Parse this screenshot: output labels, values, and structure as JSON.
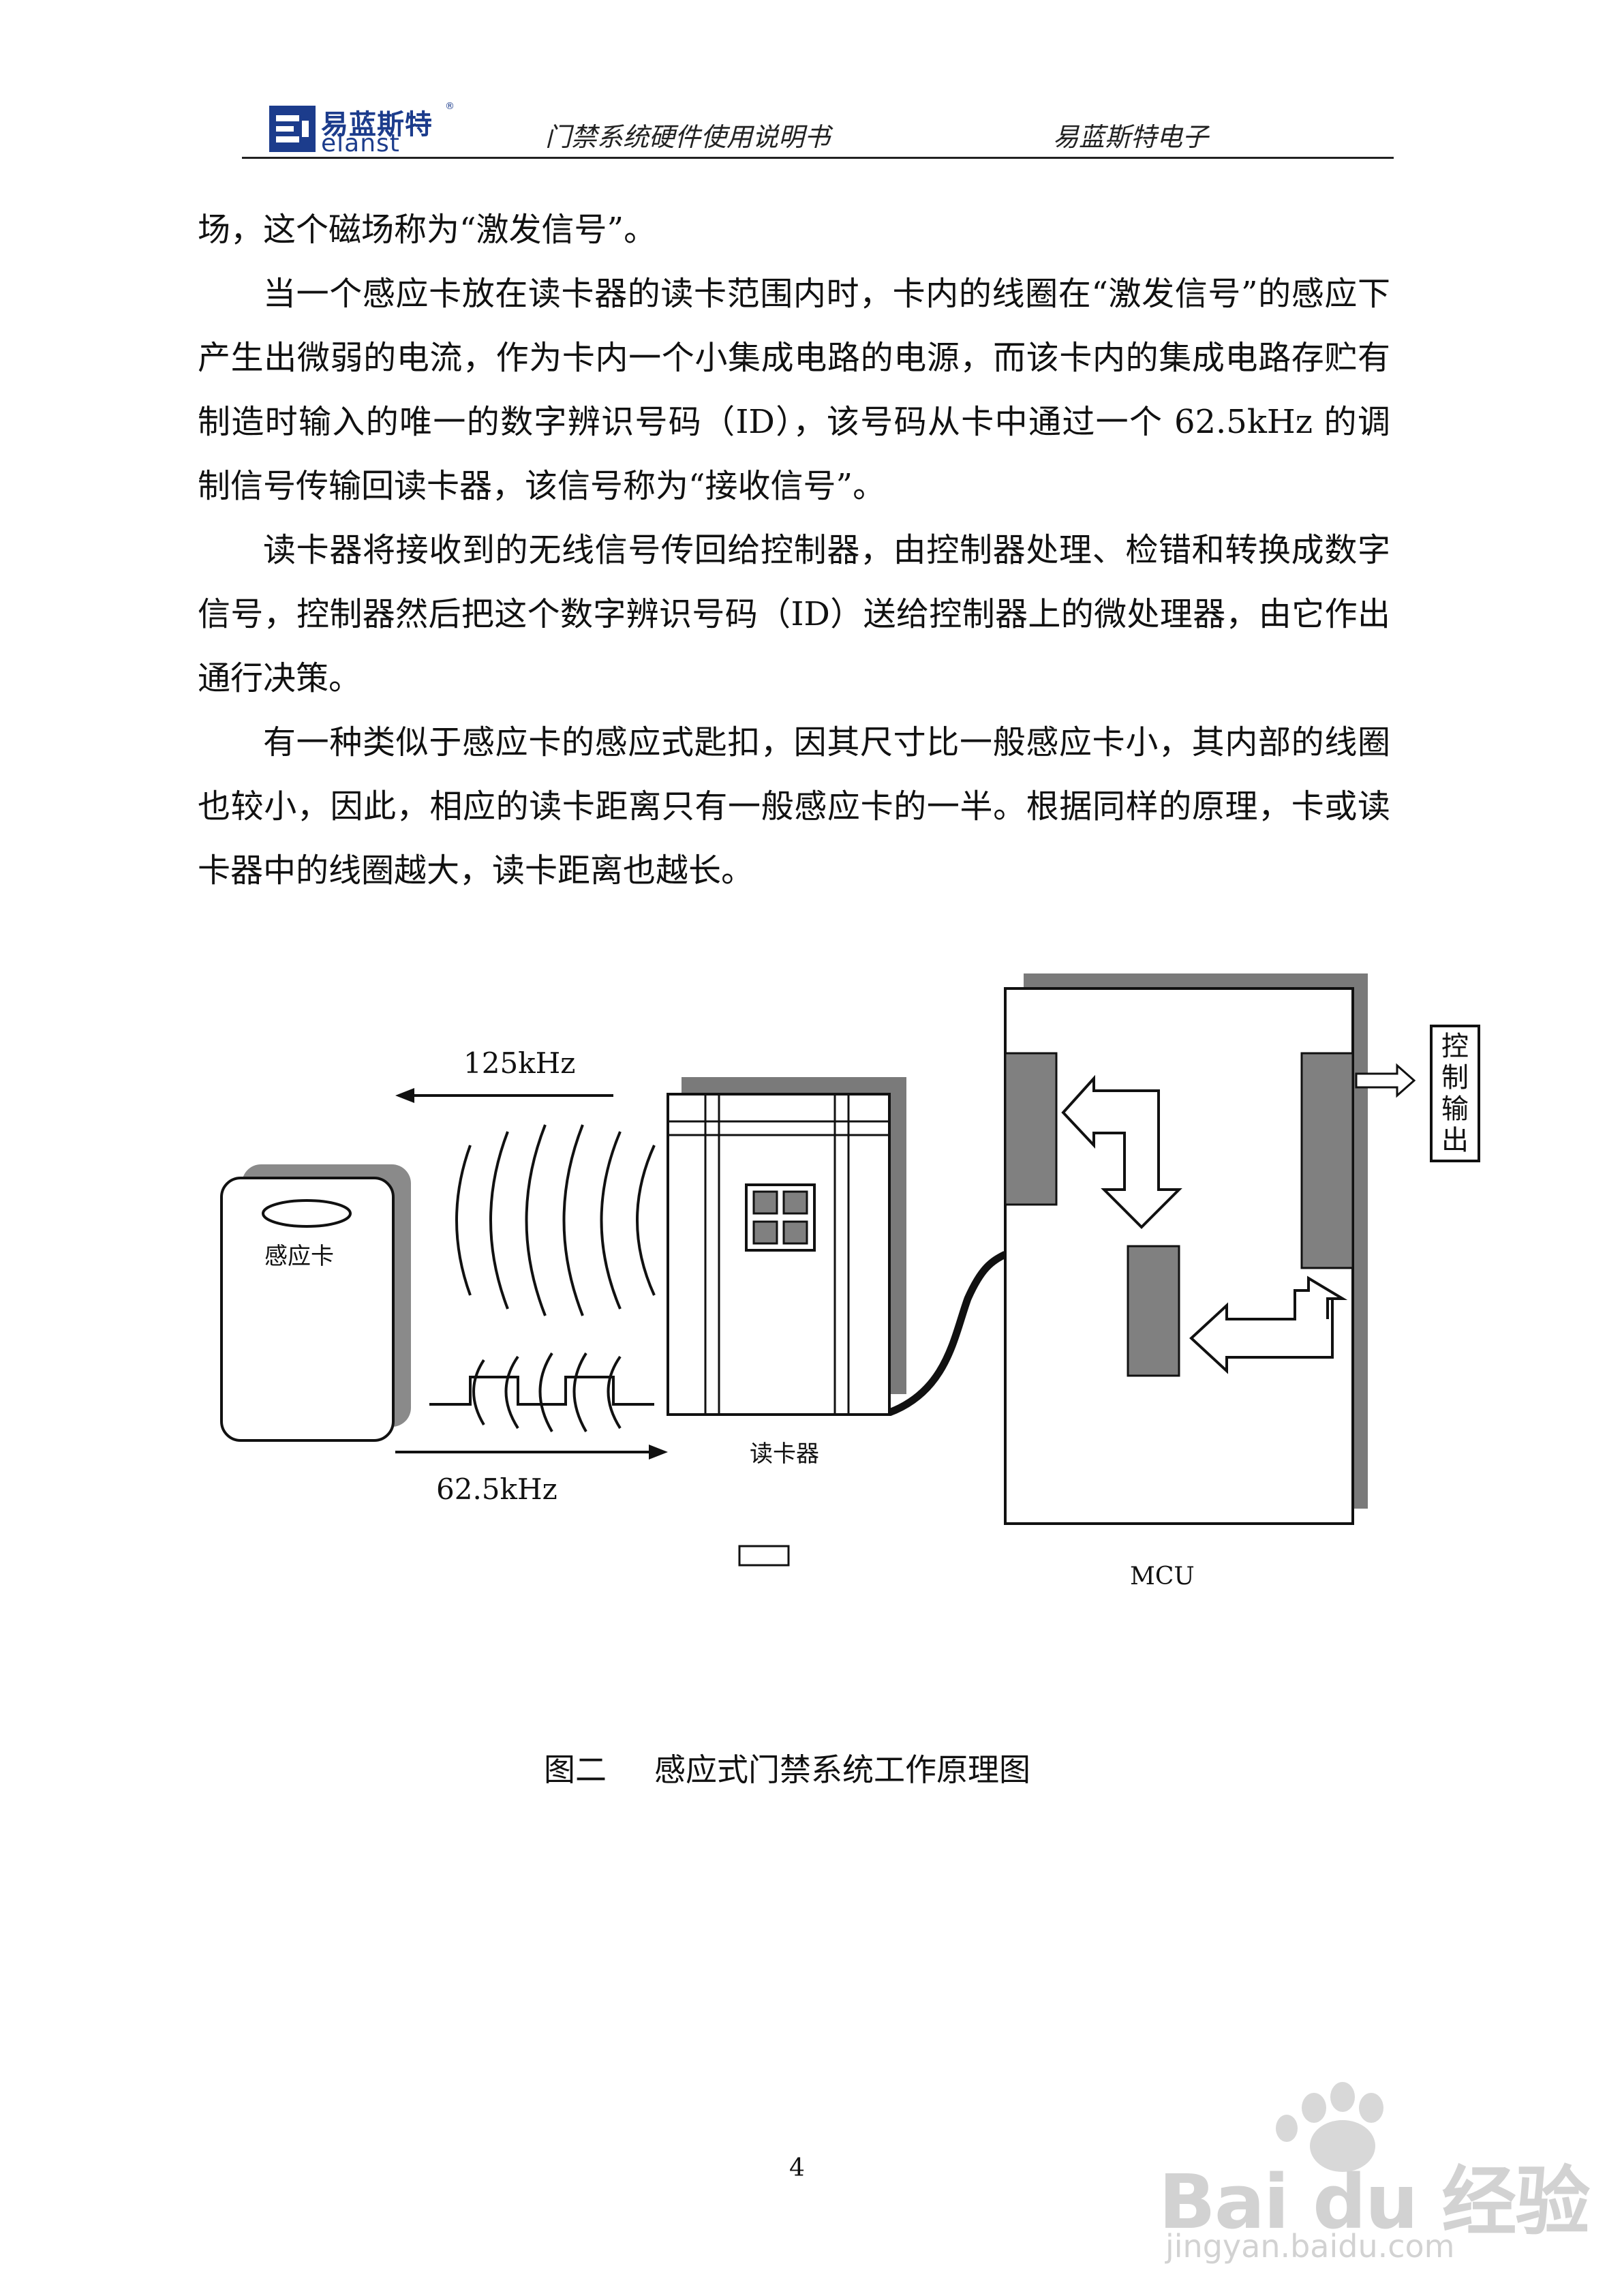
{
  "header": {
    "logo_cn": "易蓝斯特",
    "logo_en": "elanst",
    "logo_reg": "®",
    "doc_title": "门禁系统硬件使用说明书",
    "company": "易蓝斯特电子"
  },
  "body": {
    "p1": "场，这个磁场称为“激发信号”。",
    "p2": "当一个感应卡放在读卡器的读卡范围内时，卡内的线圈在“激发信号”的感应下产生出微弱的电流，作为卡内一个小集成电路的电源，而该卡内的集成电路存贮有制造时输入的唯一的数字辨识号码（ID），该号码从卡中通过一个 62.5kHz 的调制信号传输回读卡器，该信号称为“接收信号”。",
    "p3": "读卡器将接收到的无线信号传回给控制器，由控制器处理、检错和转换成数字信号，控制器然后把这个数字辨识号码（ID）送给控制器上的微处理器，由它作出通行决策。",
    "p4": "有一种类似于感应卡的感应式匙扣，因其尺寸比一般感应卡小，其内部的线圈也较小，因此，相应的读卡距离只有一般感应卡的一半。根据同样的原理，卡或读卡器中的线圈越大，读卡距离也越长。"
  },
  "diagram": {
    "freq_excite": "125kHz",
    "freq_receive": "62.5kHz",
    "card_label": "感应卡",
    "reader_label": "读卡器",
    "mcu_label": "MCU",
    "output_label": [
      "控",
      "制",
      "输",
      "出"
    ]
  },
  "caption": {
    "figure_no": "图二",
    "figure_title": "感应式门禁系统工作原理图"
  },
  "footer": {
    "page_number": "4"
  },
  "watermark": {
    "brand": "Bai du 经验",
    "url": "jingyan.baidu.com"
  }
}
